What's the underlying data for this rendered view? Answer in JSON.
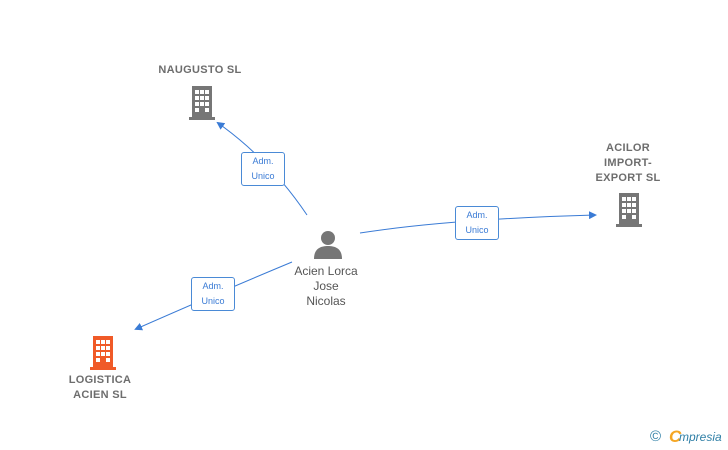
{
  "nodes": {
    "naugusto": {
      "label": "NAUGUSTO  SL",
      "color": "#767676"
    },
    "acilor": {
      "label": "ACILOR\nIMPORT-\nEXPORT  SL",
      "color": "#767676"
    },
    "logistica": {
      "label": "LOGISTICA\nACIEN  SL",
      "color": "#f05a28"
    },
    "person": {
      "label": "Acien Lorca\nJose\nNicolas",
      "color": "#767676"
    }
  },
  "edges": {
    "naugusto": {
      "line1": "Adm.",
      "line2": "Unico"
    },
    "acilor": {
      "line1": "Adm.",
      "line2": "Unico"
    },
    "logistica": {
      "line1": "Adm.",
      "line2": "Unico"
    }
  },
  "edge_color": "#3a7bd5",
  "footer": {
    "copyright": "©",
    "brand_initial": "C",
    "brand_rest": "mpresia"
  },
  "footer_colors": {
    "copyright": "#2f7fa6",
    "brand_initial": "#f5a623"
  }
}
